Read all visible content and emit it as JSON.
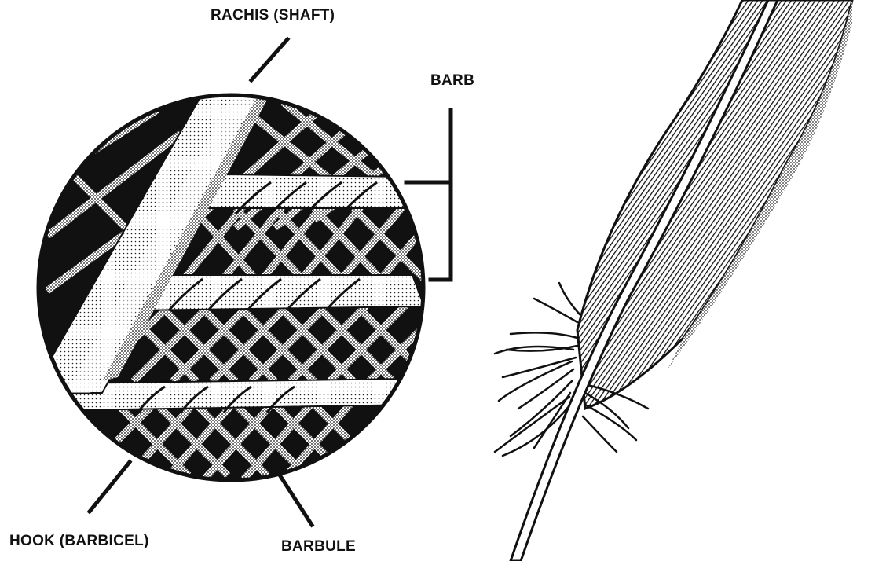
{
  "labels": {
    "rachis": "RACHIS (SHAFT)",
    "barb": "BARB",
    "hook": "HOOK (BARBICEL)",
    "barbule": "BARBULE"
  },
  "colors": {
    "ink": "#111111",
    "paper": "#ffffff"
  }
}
